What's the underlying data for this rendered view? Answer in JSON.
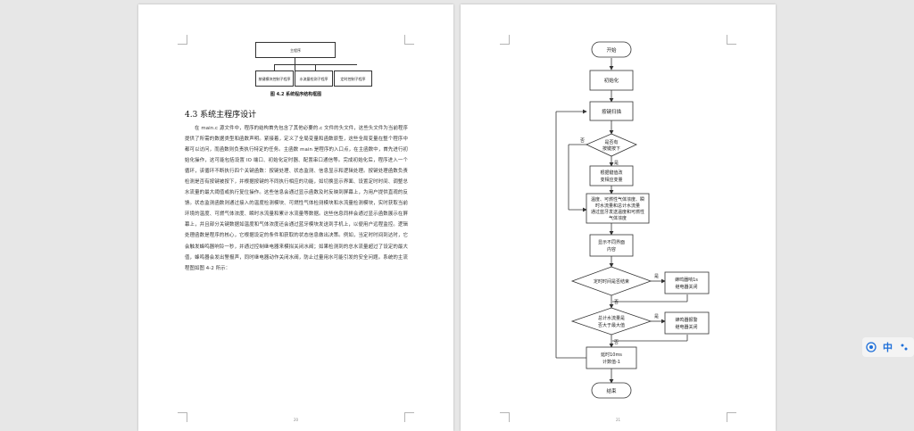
{
  "left_page": {
    "structure_chart": {
      "top": "主程序",
      "children": [
        "按键模块控制子程序",
        "水流量检测子程序",
        "定时控制子程序"
      ]
    },
    "figure_caption": "图 4.2  系统程序结构框图",
    "section_title": "4.3  系统主程序设计",
    "paragraph": "在 main.c 源文件中，程序的结构首先包含了其他必要的.c 文件的头文件，这些头文件为当前程序提供了所需的数据类型和函数声明。紧接着，定义了全局变量和函数原型，这些全局变量在整个程序中都可以访问，而函数则负责执行特定的任务。主函数 main 是程序的入口点，在主函数中，首先进行初始化操作，这可能包括设置 IO 端口、初始化定时器、配置串口通信等。完成初始化后，程序进入一个循环，该循环不断执行四个关键函数：按键处理、状态监测、信息显示和逻辑处理。按键处理函数负责检测是否有按键被按下，并根据按键的不同执行相应的功能，如切换显示界面、设置定时时间、调整总水流量的最大阈值或执行复位操作。这些信息会通过显示函数及时反映到屏幕上，为用户提供直观的反馈。状态监测函数则通过接入的温度检测模块、可燃性气体检测模块和水流量检测模块，实时获取当前环境的温度、可燃气体浓度、瞬时水流量和累计水流量等数据。这些信息同样会通过显示函数展示在屏幕上，并且部分关键数据如温度和气体浓度还会通过蓝牙模块发送到手机上，以便用户远程监控。逻辑处理函数是程序的核心，它根据设定的条件和获取的状态信息做出决策。例如，当定时时间到达时，它会触发蜂鸣器响铃一秒，并通过控制继电器来模拟关闭水阀；如果检测到的总水流量超过了设定的最大值，蜂鸣器会发出警报声，同时继电器动作关闭水阀，防止过量用水可能引发的安全问题。系统的主流程图如图 4-2 所示：",
    "page_number": "20"
  },
  "right_page": {
    "flowchart": {
      "start": "开始",
      "init": "初始化",
      "key_scan": "按键扫描",
      "decision_key": [
        "是否有",
        "按键按下"
      ],
      "key_handle": [
        "根据键值改",
        "变相应变量"
      ],
      "sensors": [
        "温度、可燃性气体浓度、瞬",
        "时水流量和总计水流量",
        "通过蓝牙发送温度和可燃性",
        "气体浓度"
      ],
      "display": [
        "显示不同界面",
        "内容"
      ],
      "decision_timer": "定时时间是否结束",
      "timer_action": [
        "蜂鸣器响1s",
        "继电器关闭"
      ],
      "decision_flow": [
        "总计水流量是",
        "否大于最大值"
      ],
      "flow_action": [
        "蜂鸣器报警",
        "继电器关闭"
      ],
      "delay": [
        "延时10ms",
        "计数值-1"
      ],
      "end": "结束",
      "yes": "是",
      "no": "否"
    },
    "page_number": "21"
  },
  "toolbar": {
    "icon1": "translate-icon",
    "lang": "中",
    "icon2": "dots-icon"
  }
}
